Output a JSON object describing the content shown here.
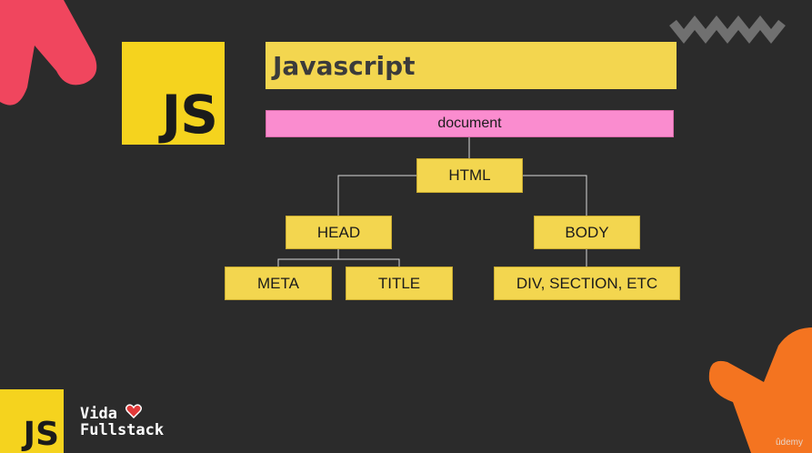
{
  "slide": {
    "title": "Javascript",
    "logo_text": "JS"
  },
  "tree": {
    "root": "document",
    "html": "HTML",
    "head": "HEAD",
    "body": "BODY",
    "meta": "META",
    "title": "TITLE",
    "div_section": "DIV, SECTION, ETC"
  },
  "branding": {
    "logo_text": "JS",
    "line1": "Vida",
    "line2": "Fullstack",
    "watermark": "ûdemy"
  },
  "colors": {
    "background": "#2b2b2b",
    "yellow": "#f3d64f",
    "pink": "#fa8ccf",
    "accent_red": "#f0465e",
    "accent_orange": "#f47420"
  }
}
